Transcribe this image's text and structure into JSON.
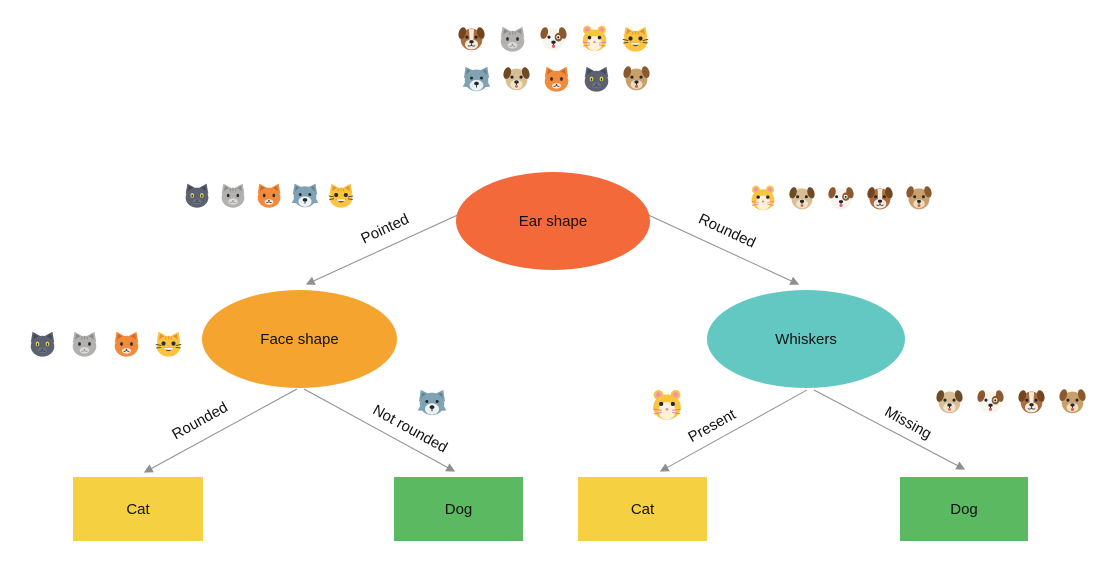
{
  "diagram": {
    "type": "decision-tree",
    "topic": "Cat vs Dog classification"
  },
  "nodes": {
    "root": {
      "label": "Ear shape",
      "color": "#F3693A",
      "shape": "ellipse"
    },
    "face_shape": {
      "label": "Face shape",
      "color": "#F5A430",
      "shape": "ellipse"
    },
    "whiskers": {
      "label": "Whiskers",
      "color": "#63C8C2",
      "shape": "ellipse"
    },
    "leaf_cat_left": {
      "label": "Cat",
      "color": "#F5D040",
      "shape": "rect"
    },
    "leaf_dog_left": {
      "label": "Dog",
      "color": "#5BB962",
      "shape": "rect"
    },
    "leaf_cat_right": {
      "label": "Cat",
      "color": "#F5D040",
      "shape": "rect"
    },
    "leaf_dog_right": {
      "label": "Dog",
      "color": "#5BB962",
      "shape": "rect"
    }
  },
  "edges": {
    "pointed": {
      "label": "Pointed",
      "from": "root",
      "to": "face_shape"
    },
    "rounded_root": {
      "label": "Rounded",
      "from": "root",
      "to": "whiskers"
    },
    "rounded_face": {
      "label": "Rounded",
      "from": "face_shape",
      "to": "leaf_cat_left"
    },
    "not_rounded": {
      "label": "Not rounded",
      "from": "face_shape",
      "to": "leaf_dog_left"
    },
    "present": {
      "label": "Present",
      "from": "whiskers",
      "to": "leaf_cat_right"
    },
    "missing": {
      "label": "Missing",
      "from": "whiskers",
      "to": "leaf_dog_right"
    }
  },
  "emoji_groups": {
    "dataset_row1": [
      "dog-boxer",
      "cat-gray",
      "dog-puppy",
      "hamster",
      "cat-grin"
    ],
    "dataset_row2": [
      "wolf",
      "dog-pug",
      "cat-orange",
      "cat-dark",
      "dog-brown"
    ],
    "pointed_branch": [
      "cat-dark",
      "cat-gray",
      "cat-orange",
      "wolf",
      "cat-grin"
    ],
    "rounded_branch": [
      "hamster",
      "dog-pug",
      "dog-puppy",
      "dog-boxer",
      "dog-brown"
    ],
    "face_shape_cats": [
      "cat-dark",
      "cat-gray",
      "cat-orange",
      "cat-grin"
    ],
    "not_rounded_animal": [
      "wolf"
    ],
    "present_animal": [
      "hamster"
    ],
    "missing_dogs": [
      "dog-pug",
      "dog-puppy",
      "dog-boxer",
      "dog-brown"
    ]
  },
  "colors": {
    "edge": "#8f8f8f",
    "text": "#111111",
    "background": "#ffffff"
  }
}
